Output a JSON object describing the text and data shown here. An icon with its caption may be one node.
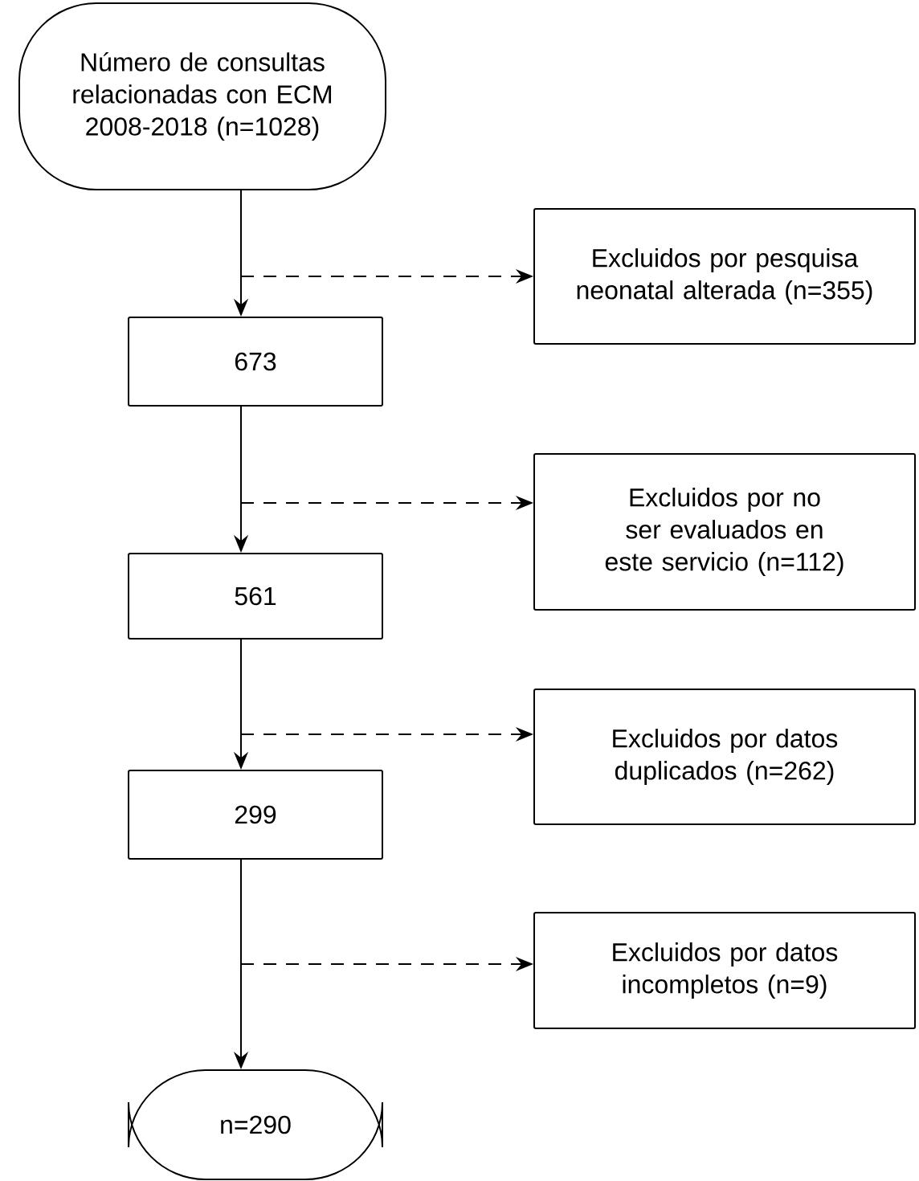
{
  "diagram": {
    "nodes": [
      {
        "text": [
          "Número de consultas relacionadas con ECM 2008-2018 (n=1028)"
        ]
      },
      {
        "text": [
          "Excluidos por pesquisa neonatal alterada (n=355)"
        ]
      },
      {
        "text": [
          "673"
        ]
      },
      {
        "text": [
          "Excluidos por no ser evaluados en este servicio (n=112)"
        ]
      },
      {
        "text": [
          "561"
        ]
      },
      {
        "text": [
          "Excluidos por datos duplicados (n=262)"
        ]
      },
      {
        "text": [
          "299"
        ]
      },
      {
        "text": [
          "Excluidos por datos incompletos (n=9)"
        ]
      },
      {
        "text": [
          "n=290"
        ]
      }
    ],
    "edges": [
      {
        "from": 0,
        "to": 2,
        "arrow": "to"
      },
      {
        "from": null,
        "to": 1,
        "arrow": "to",
        "style": "dashed"
      },
      {
        "from": 2,
        "to": 4,
        "arrow": "to"
      },
      {
        "from": null,
        "to": 3,
        "arrow": "to",
        "style": "dashed"
      },
      {
        "from": 4,
        "to": 6,
        "arrow": "to"
      },
      {
        "from": null,
        "to": 5,
        "arrow": "to",
        "style": "dashed"
      },
      {
        "from": 6,
        "to": 8,
        "arrow": "to"
      },
      {
        "from": null,
        "to": 7,
        "arrow": "to",
        "style": "dashed"
      }
    ]
  }
}
